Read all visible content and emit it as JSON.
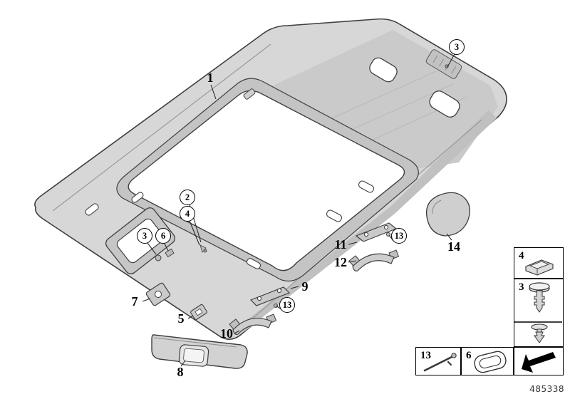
{
  "figure": {
    "part_number": "485338"
  },
  "callouts": [
    {
      "id": "1",
      "label": "1",
      "style": "plain"
    },
    {
      "id": "3-top",
      "label": "3",
      "style": "circle"
    },
    {
      "id": "2",
      "label": "2",
      "style": "circle"
    },
    {
      "id": "4",
      "label": "4",
      "style": "circle"
    },
    {
      "id": "3-mid",
      "label": "3",
      "style": "circle"
    },
    {
      "id": "6-mid",
      "label": "6",
      "style": "circle"
    },
    {
      "id": "13-right",
      "label": "13",
      "style": "circle"
    },
    {
      "id": "11",
      "label": "11",
      "style": "plain"
    },
    {
      "id": "12",
      "label": "12",
      "style": "plain"
    },
    {
      "id": "14",
      "label": "14",
      "style": "plain"
    },
    {
      "id": "9",
      "label": "9",
      "style": "plain"
    },
    {
      "id": "13-mid",
      "label": "13",
      "style": "circle"
    },
    {
      "id": "7",
      "label": "7",
      "style": "plain"
    },
    {
      "id": "5",
      "label": "5",
      "style": "plain"
    },
    {
      "id": "10",
      "label": "10",
      "style": "plain"
    },
    {
      "id": "8",
      "label": "8",
      "style": "plain"
    }
  ],
  "legend": {
    "clip": {
      "label": "4",
      "icon": "clip-icon"
    },
    "rivet": {
      "label": "3",
      "icon": "push-rivet-icon"
    },
    "pin": {
      "label": "13",
      "icon": "pin-icon"
    },
    "gasket": {
      "label": "6",
      "icon": "gasket-icon"
    },
    "arrow": {
      "icon": "direction-arrow-icon"
    }
  },
  "colors": {
    "line": "#3f3f3f",
    "panel_fill": "#d7d7d7",
    "shade_fill": "#c4c4c4"
  }
}
